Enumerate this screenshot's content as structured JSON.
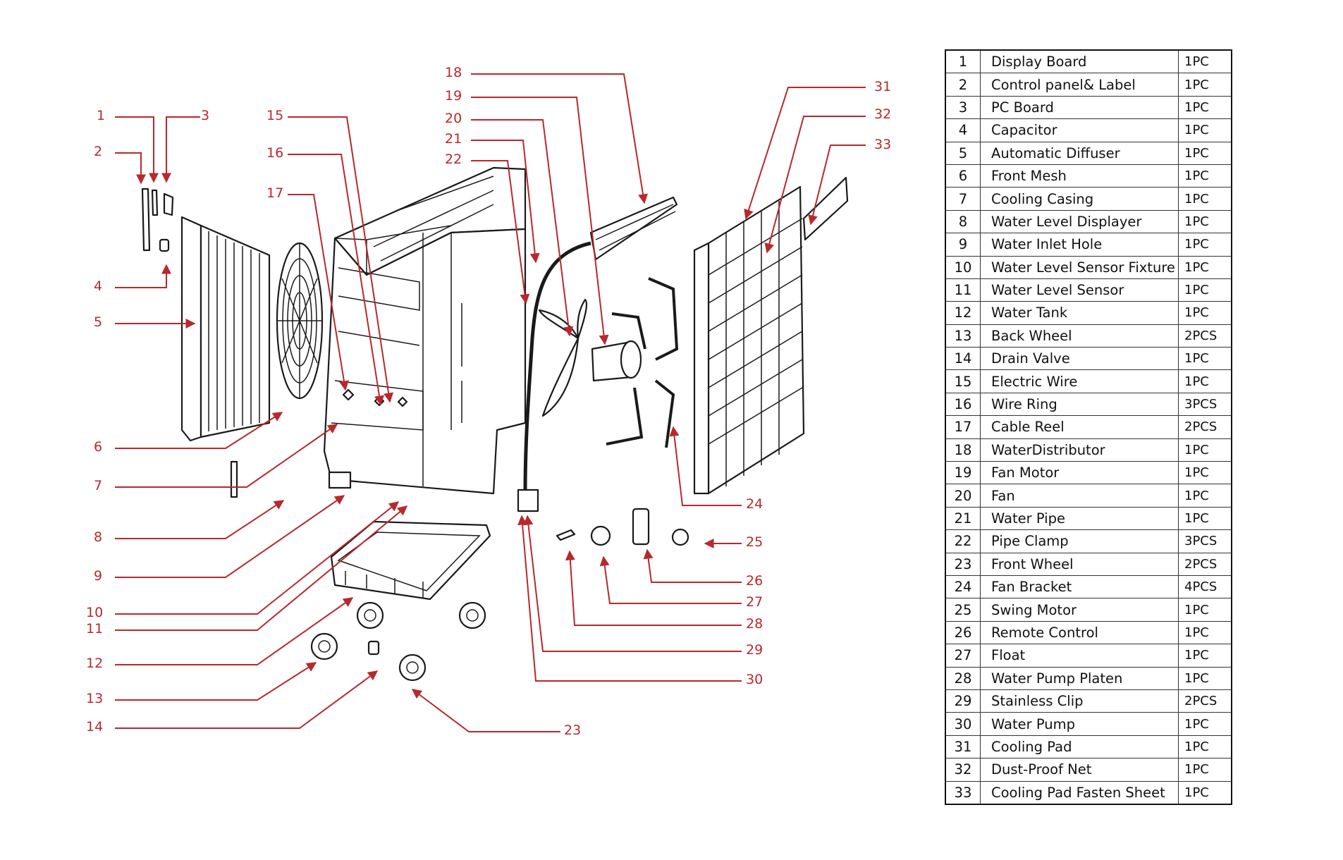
{
  "parts": [
    {
      "no": "1",
      "name": "Display Board",
      "qty": "1PC"
    },
    {
      "no": "2",
      "name": "Control panel& Label",
      "qty": "1PC"
    },
    {
      "no": "3",
      "name": "PC Board",
      "qty": "1PC"
    },
    {
      "no": "4",
      "name": "Capacitor",
      "qty": "1PC"
    },
    {
      "no": "5",
      "name": "Automatic Diffuser",
      "qty": "1PC"
    },
    {
      "no": "6",
      "name": "Front Mesh",
      "qty": "1PC"
    },
    {
      "no": "7",
      "name": "Cooling Casing",
      "qty": "1PC"
    },
    {
      "no": "8",
      "name": "Water Level Displayer",
      "qty": "1PC"
    },
    {
      "no": "9",
      "name": "Water Inlet Hole",
      "qty": "1PC"
    },
    {
      "no": "10",
      "name": "Water Level Sensor Fixture",
      "qty": "1PC"
    },
    {
      "no": "11",
      "name": "Water Level Sensor",
      "qty": "1PC"
    },
    {
      "no": "12",
      "name": "Water Tank",
      "qty": "1PC"
    },
    {
      "no": "13",
      "name": "Back Wheel",
      "qty": "2PCS"
    },
    {
      "no": "14",
      "name": "Drain Valve",
      "qty": "1PC"
    },
    {
      "no": "15",
      "name": "Electric Wire",
      "qty": "1PC"
    },
    {
      "no": "16",
      "name": "Wire Ring",
      "qty": "3PCS"
    },
    {
      "no": "17",
      "name": "Cable Reel",
      "qty": "2PCS"
    },
    {
      "no": "18",
      "name": "WaterDistributor",
      "qty": "1PC"
    },
    {
      "no": "19",
      "name": "Fan Motor",
      "qty": "1PC"
    },
    {
      "no": "20",
      "name": "Fan",
      "qty": "1PC"
    },
    {
      "no": "21",
      "name": "Water Pipe",
      "qty": "1PC"
    },
    {
      "no": "22",
      "name": "Pipe Clamp",
      "qty": "3PCS"
    },
    {
      "no": "23",
      "name": "Front Wheel",
      "qty": "2PCS"
    },
    {
      "no": "24",
      "name": "Fan Bracket",
      "qty": "4PCS"
    },
    {
      "no": "25",
      "name": "Swing Motor",
      "qty": "1PC"
    },
    {
      "no": "26",
      "name": "Remote Control",
      "qty": "1PC"
    },
    {
      "no": "27",
      "name": "Float",
      "qty": "1PC"
    },
    {
      "no": "28",
      "name": "Water Pump Platen",
      "qty": "1PC"
    },
    {
      "no": "29",
      "name": "Stainless Clip",
      "qty": "2PCS"
    },
    {
      "no": "30",
      "name": "Water Pump",
      "qty": "1PC"
    },
    {
      "no": "31",
      "name": "Cooling Pad",
      "qty": "1PC"
    },
    {
      "no": "32",
      "name": "Dust-Proof Net",
      "qty": "1PC"
    },
    {
      "no": "33",
      "name": "Cooling Pad Fasten Sheet",
      "qty": "1PC"
    }
  ],
  "colors": {
    "callout": "#b8282c",
    "line_art": "#1a1a1a",
    "table_border": "#111111"
  }
}
